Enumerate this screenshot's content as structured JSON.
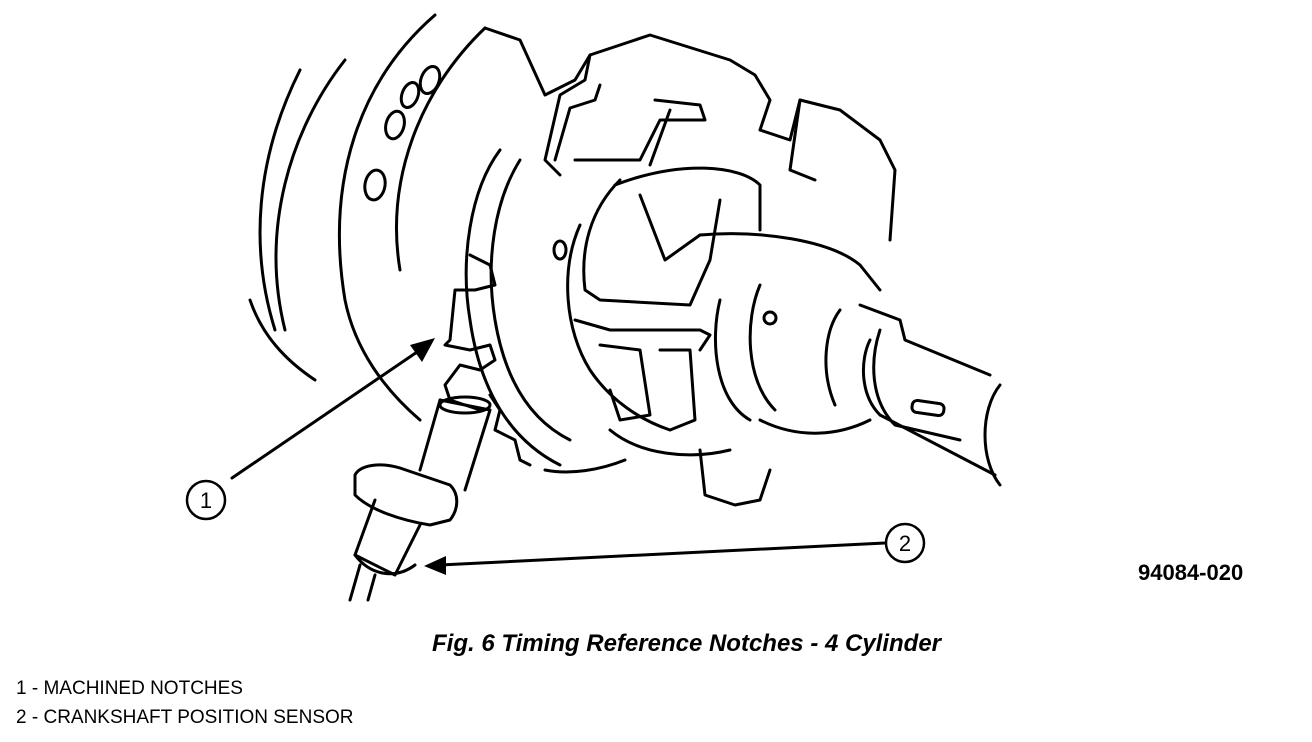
{
  "figure": {
    "number": "94084-020",
    "caption": "Fig. 6 Timing Reference Notches - 4 Cylinder"
  },
  "callouts": [
    {
      "num": "1"
    },
    {
      "num": "2"
    }
  ],
  "legend": [
    {
      "num": "1",
      "sep": " - ",
      "text": "MACHINED NOTCHES"
    },
    {
      "num": "2",
      "sep": " - ",
      "text": "CRANKSHAFT POSITION SENSOR"
    }
  ]
}
